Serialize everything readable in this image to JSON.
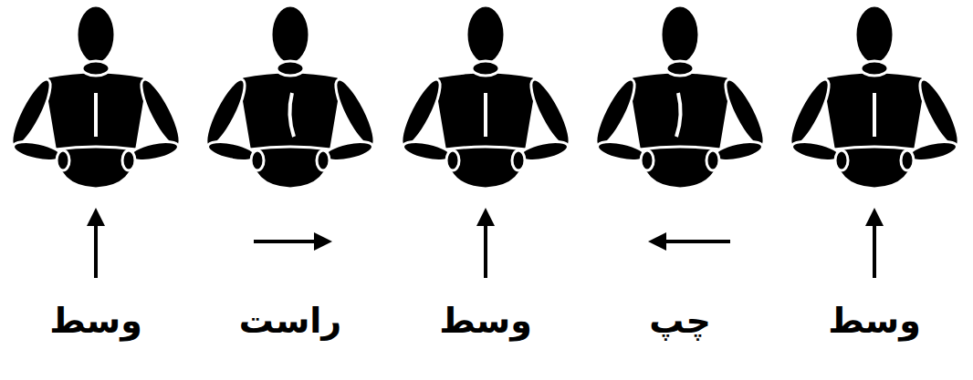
{
  "diagram": {
    "labels": [
      "وسط",
      "چپ",
      "وسط",
      "راست",
      "وسط"
    ]
  }
}
